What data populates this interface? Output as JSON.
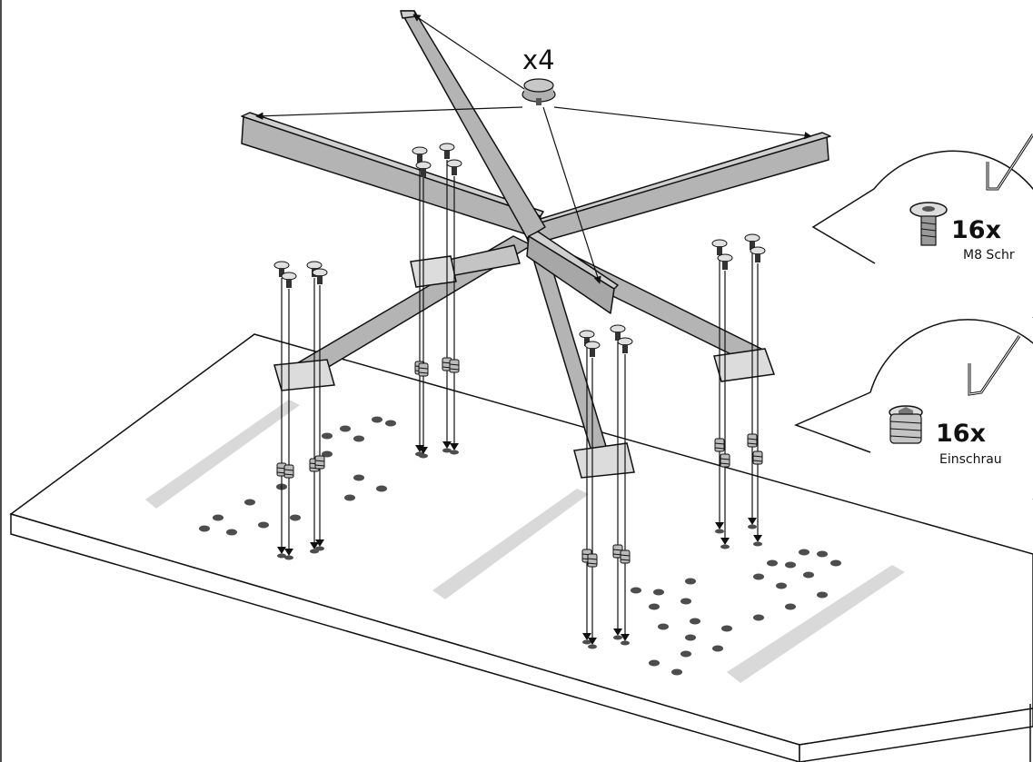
{
  "diagram": {
    "glide_count_label": "x4",
    "callouts": [
      {
        "quantity": "16x",
        "name": "M8 Schr",
        "part_icon": "m8-bolt-icon",
        "tool_icon": "hex-key-icon"
      },
      {
        "quantity": "16x",
        "name": "Einschrau",
        "part_icon": "threaded-insert-icon",
        "tool_icon": "hex-key-icon"
      }
    ],
    "colors": {
      "frame": "#b4b4b4",
      "frame_shade": "#969696",
      "tabletop": "#ffffff",
      "stripe": "#d9d9d9",
      "hole": "#4d4d4d",
      "stroke": "#111111"
    }
  }
}
